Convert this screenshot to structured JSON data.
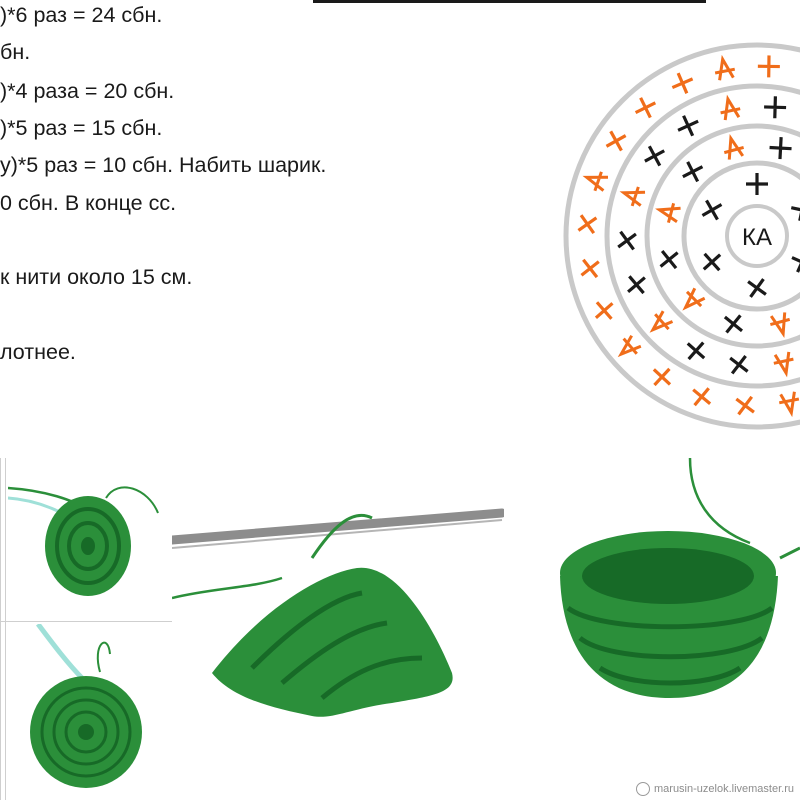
{
  "instructions": [
    ")*6 раз = 24 сбн.",
    "бн.",
    ")*4 раза = 20 сбн.",
    ")*5 раз = 15 сбн.",
    "у)*5 раз = 10 сбн. Набить шарик.",
    "0 сбн. В конце сс.",
    "к нити около 15 см.",
    "лотнее."
  ],
  "diagram": {
    "center_label": "КА",
    "colors": {
      "ring": "#c9c9c9",
      "black_stitch": "#1a1a1a",
      "orange_stitch": "#f06d1a"
    }
  },
  "photos": [
    {
      "subject": "crochet-swatch-flat-spiral"
    },
    {
      "subject": "crochet-swatch-round-disc"
    },
    {
      "subject": "crochet-piece-on-hook"
    },
    {
      "subject": "crochet-cup-shape"
    }
  ],
  "colors": {
    "yarn_green": "#2b8f3a",
    "yarn_dark": "#176a27",
    "hook": "#8d8d8d",
    "thread_light": "#9fe0d8"
  },
  "watermark": "marusin-uzelok.livemaster.ru"
}
